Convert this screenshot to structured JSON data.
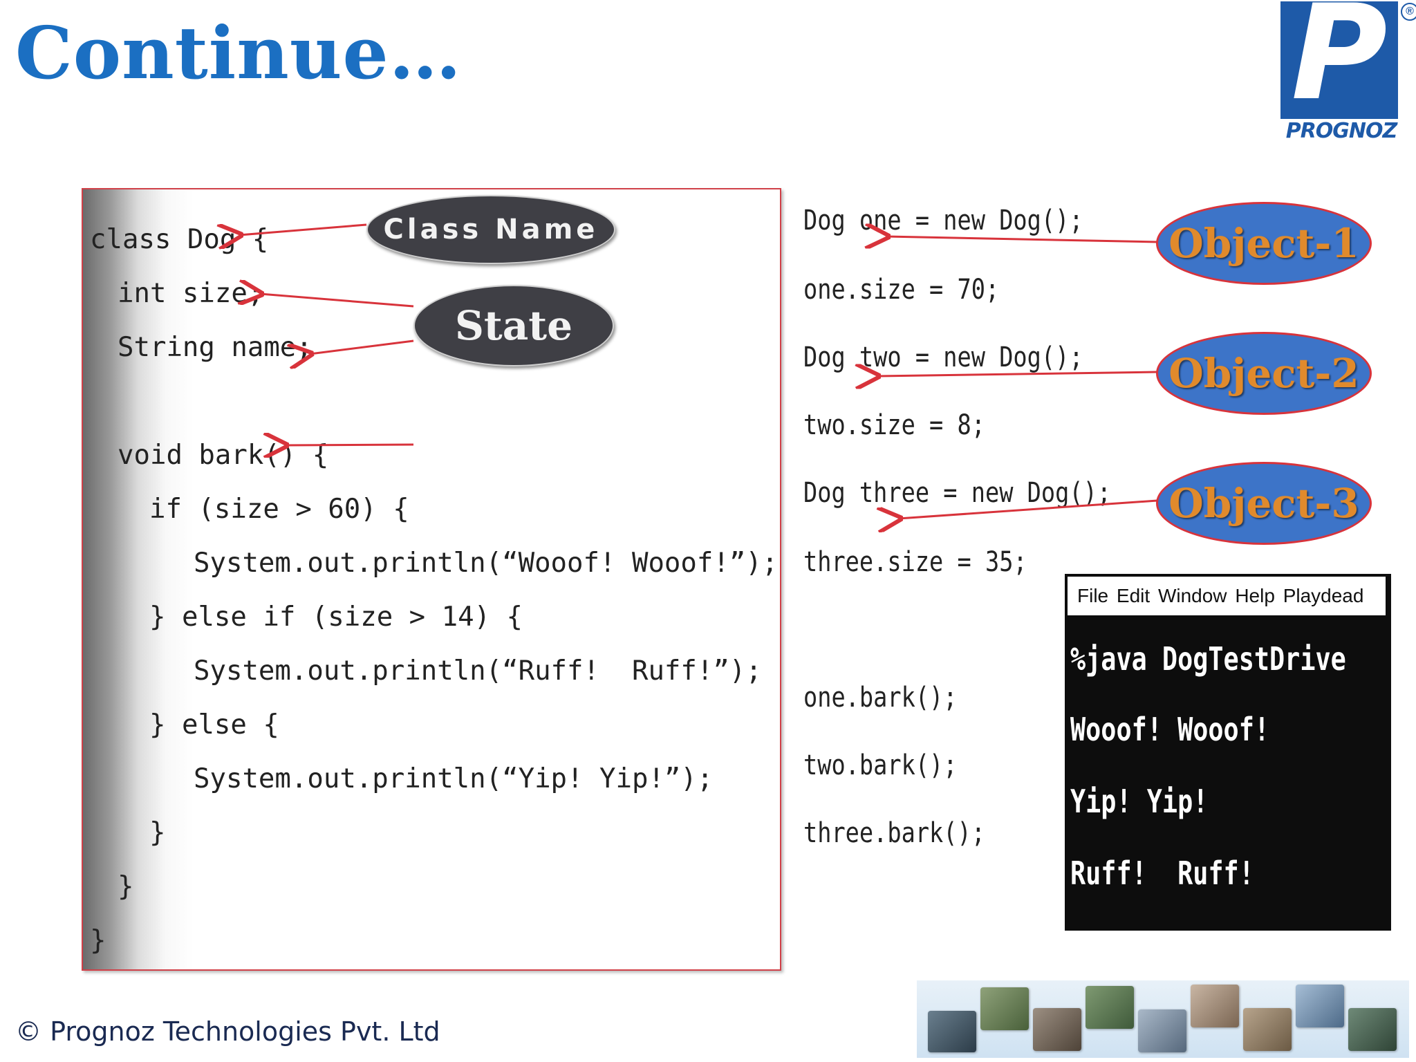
{
  "title": "Continue…",
  "logo": {
    "letter": "P",
    "name": "PROGNOZ",
    "registered": "®"
  },
  "code_lines": [
    "class Dog {",
    "int size;",
    "String name;",
    "void bark() {",
    "if (size > 60) {",
    "System.out.println(“Wooof! Wooof!”);",
    "} else if (size > 14) {",
    "System.out.println(“Ruff!  Ruff!”);",
    "} else {",
    "System.out.println(“Yip! Yip!”);",
    "}",
    "}",
    "}"
  ],
  "callouts": {
    "class_name": "Class Name",
    "state": "State"
  },
  "objects": [
    "Object-1",
    "Object-2",
    "Object-3"
  ],
  "right_code": [
    "Dog one = new Dog();",
    "one.size = 70;",
    "Dog two = new Dog();",
    "two.size = 8;",
    "Dog three = new Dog();",
    "three.size = 35;",
    "one.bark();",
    "two.bark();",
    "three.bark();"
  ],
  "terminal": {
    "menu": [
      "File",
      "Edit",
      "Window",
      "Help",
      "Playdead"
    ],
    "lines": [
      "%java DogTestDrive",
      "Wooof! Wooof!",
      "Yip! Yip!",
      "Ruff!  Ruff!"
    ]
  },
  "footer": "© Prognoz Technologies Pvt. Ltd",
  "colors": {
    "title": "#1b6fc2",
    "arrow": "#d8333b",
    "object_fill": "#3d74c8",
    "object_text": "#e08a2c"
  }
}
